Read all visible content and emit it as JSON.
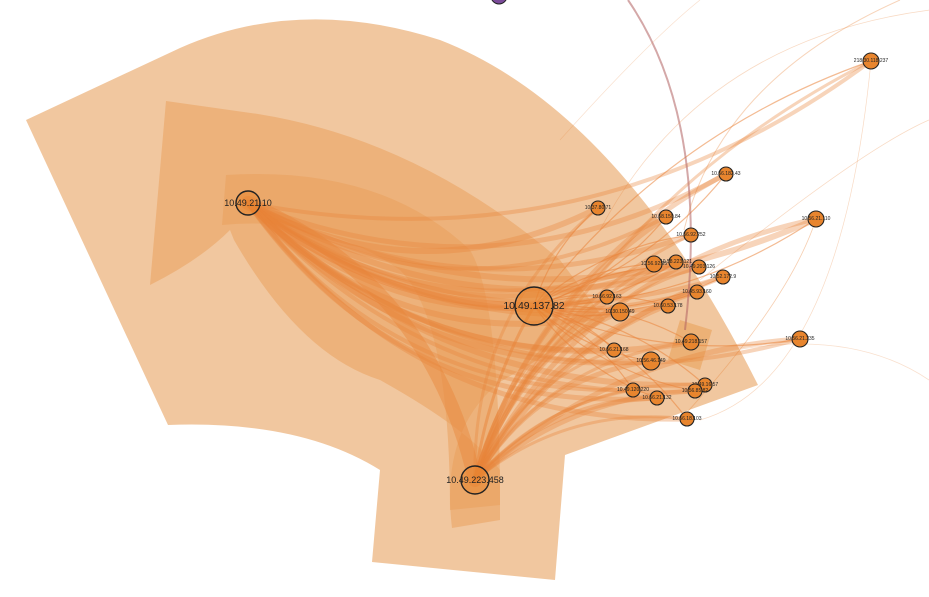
{
  "chart_data": {
    "type": "network-graph",
    "colors": {
      "band_outer": "#f0c49a",
      "band_inner": "#eaa15c",
      "edge": "#e9843a",
      "node_fill": "#e8852e",
      "node_stroke": "#222222",
      "top_node": "#7b4b9a"
    },
    "nodes": [
      {
        "id": "10.49.21.10",
        "label": "10.49.21.10"
      },
      {
        "id": "10.49.137.82",
        "label": "10.49.137.82"
      },
      {
        "id": "10.49.223.458",
        "label": "10.49.223.458"
      },
      {
        "id": "218.30.118.237",
        "label": "218.30.118.237"
      },
      {
        "id": "10.56.182.43",
        "label": "10.56.182.43"
      },
      {
        "id": "10.37.80.71",
        "label": "10.37.80.71"
      },
      {
        "id": "10.58.150.84",
        "label": "10.58.150.84"
      },
      {
        "id": "10.56.92.252",
        "label": "10.56.92.252"
      },
      {
        "id": "10.56.21.110",
        "label": "10.56.21.110"
      },
      {
        "id": "10.56.92.95",
        "label": "10.56.92.95"
      },
      {
        "id": "10.58.223.121",
        "label": "10.58.223.121"
      },
      {
        "id": "10.49.203.126",
        "label": "10.49.203.126"
      },
      {
        "id": "10.52.172.9",
        "label": "10.52.172.9"
      },
      {
        "id": "10.56.92.163",
        "label": "10.56.92.163"
      },
      {
        "id": "10.30.150.49",
        "label": "10.30.150.49"
      },
      {
        "id": "10.60.53.178",
        "label": "10.60.53.178"
      },
      {
        "id": "10.45.93.160",
        "label": "10.45.93.160"
      },
      {
        "id": "10.49.218.157",
        "label": "10.49.218.157"
      },
      {
        "id": "10.56.21.235",
        "label": "10.56.21.235"
      },
      {
        "id": "10.56.21.168",
        "label": "10.56.21.168"
      },
      {
        "id": "10.56.46.149",
        "label": "10.56.46.149"
      },
      {
        "id": "10.49.120.220",
        "label": "10.49.120.220"
      },
      {
        "id": "10.56.21.132",
        "label": "10.56.21.132"
      },
      {
        "id": "10.49.16.57",
        "label": "10.49.16.57"
      },
      {
        "id": "10.56.85.82",
        "label": "10.56.85.82"
      },
      {
        "id": "10.56.18.103",
        "label": "10.56.18.103"
      }
    ]
  }
}
